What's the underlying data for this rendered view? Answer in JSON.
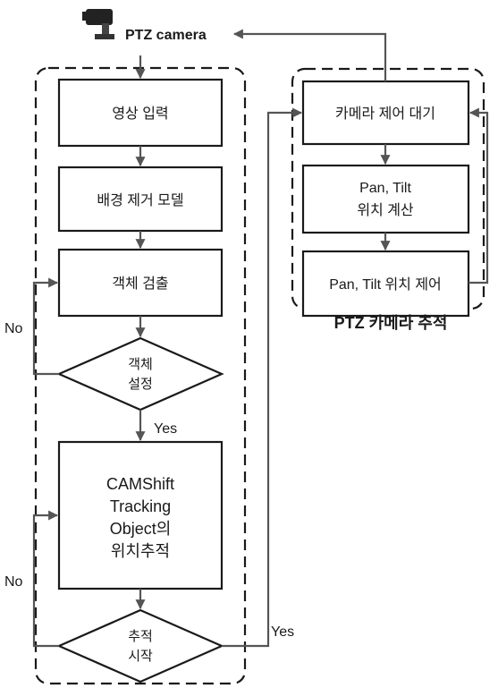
{
  "camera_label": "PTZ camera",
  "left_steps": {
    "image_input": "영상 입력",
    "background_model": "배경 제거 모델",
    "object_detection": "객체 검출",
    "object_setting": [
      "객체",
      "설정"
    ],
    "camshift": [
      "CAMShift",
      "Tracking",
      "Object의",
      "위치추적"
    ],
    "start_tracking": [
      "추적",
      "시작"
    ]
  },
  "branch_labels": {
    "yes_1": "Yes",
    "no_1": "No",
    "no_2": "No",
    "yes_2": "Yes"
  },
  "right_steps": {
    "camera_wait": "카메라 제어 대기",
    "calc": [
      "Pan, Tilt",
      "위치 계산"
    ],
    "control": "Pan, Tilt 위치 제어"
  },
  "right_group_title": "PTZ 카메라 추적"
}
